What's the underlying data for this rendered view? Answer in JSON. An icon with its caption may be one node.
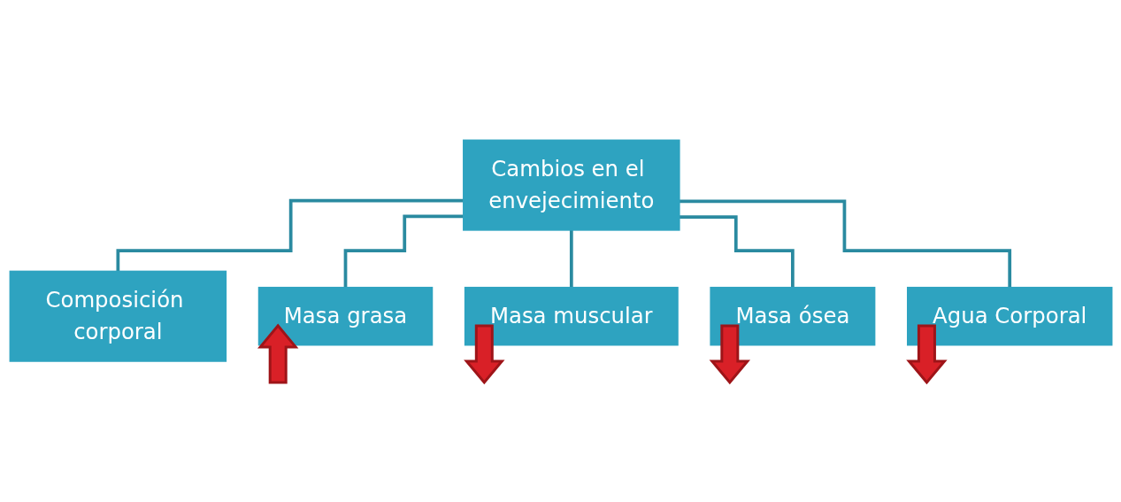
{
  "diagram": {
    "nodes": [
      {
        "text": [
          "Cambios en el envejecimiento"
        ]
      },
      {
        "text": [
          "Composición corporal"
        ]
      },
      {
        "text": [
          "Masa grasa"
        ]
      },
      {
        "text": [
          "Masa muscular"
        ]
      },
      {
        "text": [
          "Masa ósea"
        ]
      },
      {
        "text": [
          "Agua Corporal"
        ]
      },
      {
        "text": [],
        "shape": "up-arrow"
      },
      {
        "text": [],
        "shape": "down-arrow"
      },
      {
        "text": [],
        "shape": "down-arrow"
      },
      {
        "text": [],
        "shape": "down-arrow"
      }
    ],
    "edges": [
      {
        "from": 0,
        "to": 1,
        "arrow": "none"
      },
      {
        "from": 0,
        "to": 2,
        "arrow": "none"
      },
      {
        "from": 0,
        "to": 3,
        "arrow": "none"
      },
      {
        "from": 0,
        "to": 4,
        "arrow": "none"
      },
      {
        "from": 0,
        "to": 5,
        "arrow": "none"
      }
    ]
  }
}
